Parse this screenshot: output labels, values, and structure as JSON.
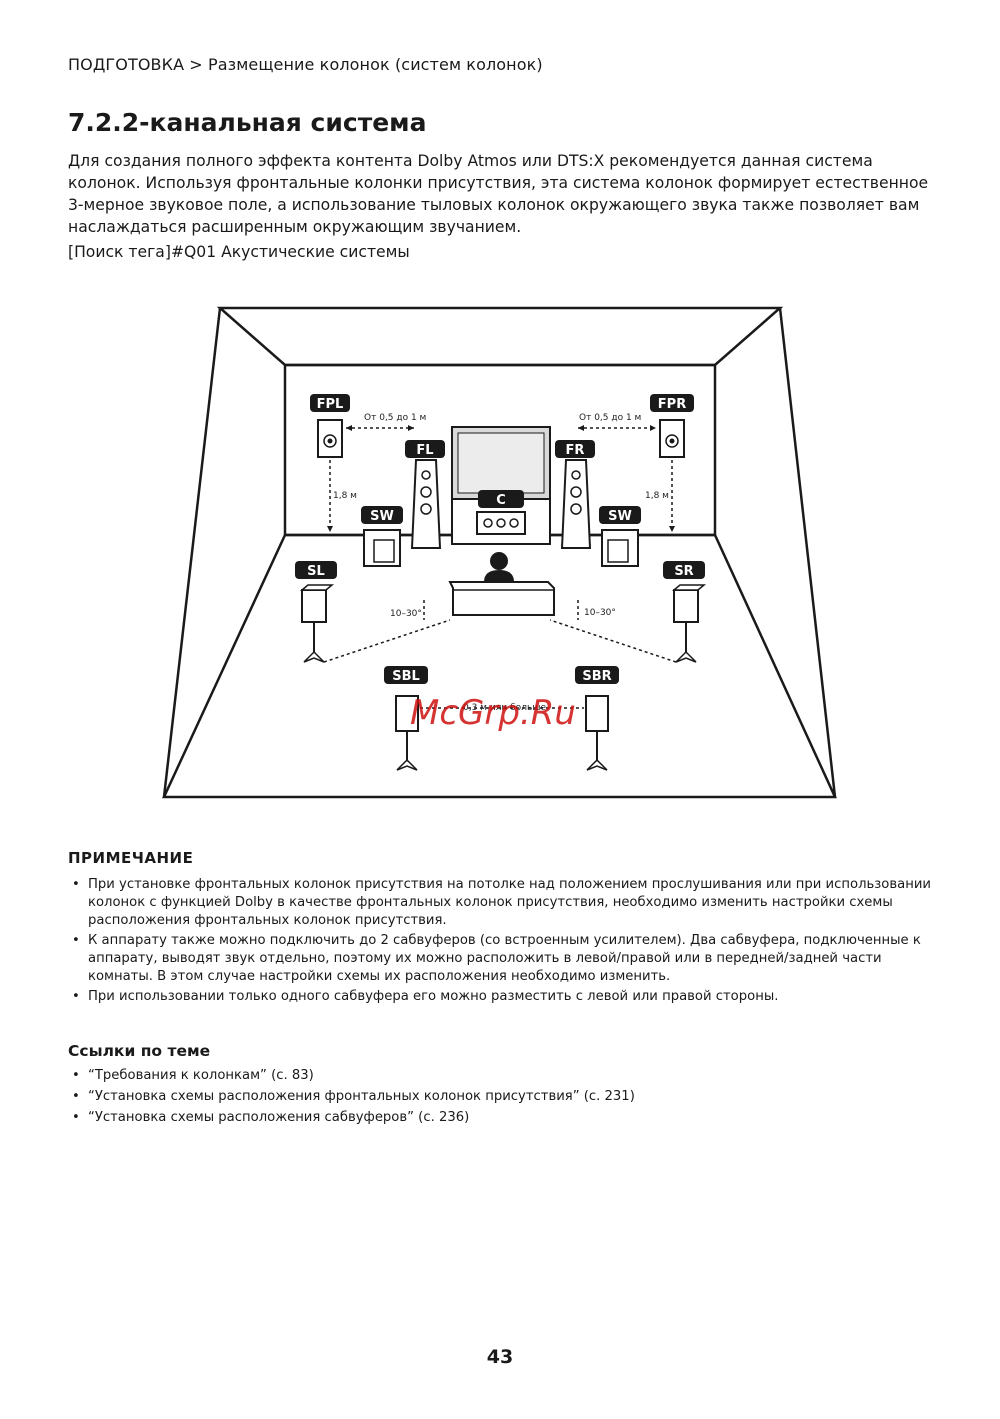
{
  "header": {
    "breadcrumb": "ПОДГОТОВКА > Размещение колонок (систем колонок)"
  },
  "title": "7.2.2-канальная система",
  "intro": "Для создания полного эффекта контента Dolby Atmos или DTS:X рекомендуется данная система колонок. Используя фронтальные колонки присутствия, эта система колонок формирует естественное 3-мерное звуковое поле, а использование тыловых колонок окружающего звука также позволяет вам наслаждаться расширенным окружающим звучанием.",
  "tag_search": "[Поиск тега]#Q01 Акустические системы",
  "diagram": {
    "speakers": {
      "fpl": "FPL",
      "fpr": "FPR",
      "fl": "FL",
      "fr": "FR",
      "c": "C",
      "sw_left": "SW",
      "sw_right": "SW",
      "sl": "SL",
      "sr": "SR",
      "sbl": "SBL",
      "sbr": "SBR"
    },
    "dimensions": {
      "front_presence_left": "От 0,5 до 1 м",
      "front_presence_right": "От 0,5 до 1 м",
      "height_left": "1,8 м",
      "height_right": "1,8 м",
      "angle_left": "10–30°",
      "angle_right": "10–30°",
      "rear_spacing": "0,3 м или больше"
    },
    "watermark": "McGrp.Ru",
    "colors": {
      "lines": "#1a1a1a",
      "screen": "#d9d9d9",
      "speaker_fill": "#ffffff",
      "watermark": "#d01010"
    }
  },
  "note": {
    "title": "ПРИМЕЧАНИЕ",
    "items": [
      "При установке фронтальных колонок присутствия на потолке над положением прослушивания или при использовании колонок с функцией Dolby в качестве фронтальных колонок присутствия, необходимо изменить настройки схемы расположения фронтальных колонок присутствия.",
      "К аппарату также можно подключить до 2 сабвуферов (со встроенным усилителем). Два сабвуфера, подключенные к аппарату, выводят звук отдельно, поэтому их можно расположить в левой/правой или в передней/задней части комнаты. В этом случае настройки схемы их расположения необходимо изменить.",
      "При использовании только одного сабвуфера его можно разместить с левой или правой стороны."
    ]
  },
  "related": {
    "title": "Ссылки по теме",
    "items": [
      "“Требования к колонкам” (с. 83)",
      "“Установка схемы расположения фронтальных колонок присутствия” (с. 231)",
      "“Установка схемы расположения сабвуферов” (с. 236)"
    ]
  },
  "page_number": "43"
}
